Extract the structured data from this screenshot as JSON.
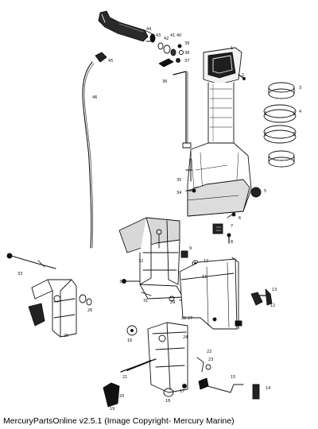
{
  "caption": "MercuryPartsOnline v2.5.1 (Image Copyright- Mercury Marine)",
  "callouts": [
    "44",
    "43",
    "42",
    "41",
    "40",
    "39",
    "38",
    "37",
    "36",
    "1",
    "2",
    "3",
    "4",
    "5",
    "46",
    "45",
    "33",
    "34",
    "35",
    "6",
    "7",
    "8",
    "9",
    "10",
    "11",
    "12",
    "13",
    "14",
    "15",
    "16",
    "17",
    "18",
    "19",
    "20",
    "21",
    "22",
    "23",
    "24",
    "25",
    "26",
    "27",
    "28",
    "29",
    "30",
    "31",
    "32"
  ]
}
